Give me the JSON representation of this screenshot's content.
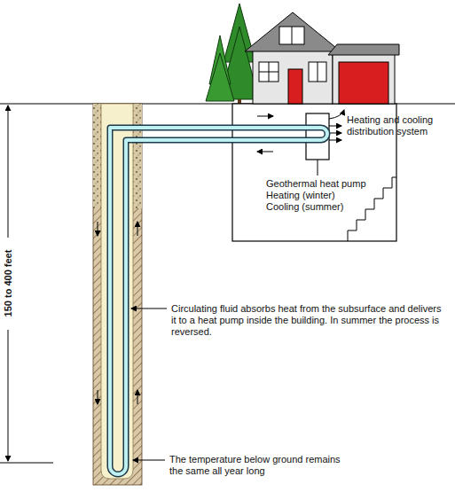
{
  "diagram": {
    "labels": [
      "150 to 400 feet",
      "Heating and cooling distribution system",
      "Geothermal heat pump",
      "Heating (winter)",
      "Cooling (summer)",
      "Circulating fluid absorbs heat from the subsurface and delivers it to a heat pump inside the building. In summer the process is reversed.",
      "The temperature below ground remains the same all year long"
    ]
  }
}
